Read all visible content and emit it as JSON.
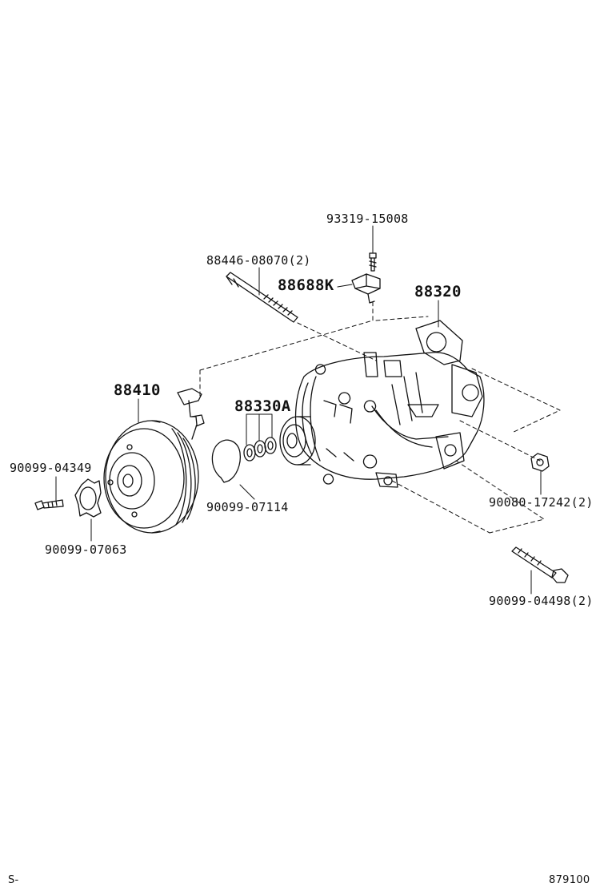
{
  "colors": {
    "line": "#111111",
    "background": "#ffffff"
  },
  "parts": {
    "p93319": "93319-15008",
    "p88446": "88446-08070(2)",
    "p88688": "88688K",
    "p88320": "88320",
    "p88410": "88410",
    "p88330": "88330A",
    "p90099_04349": "90099-04349",
    "p90099_07114": "90099-07114",
    "p90099_07063": "90099-07063",
    "p90080": "90080-17242(2)",
    "p90099_04498": "90099-04498(2)"
  },
  "footer": {
    "left": "S-",
    "right": "879100"
  }
}
